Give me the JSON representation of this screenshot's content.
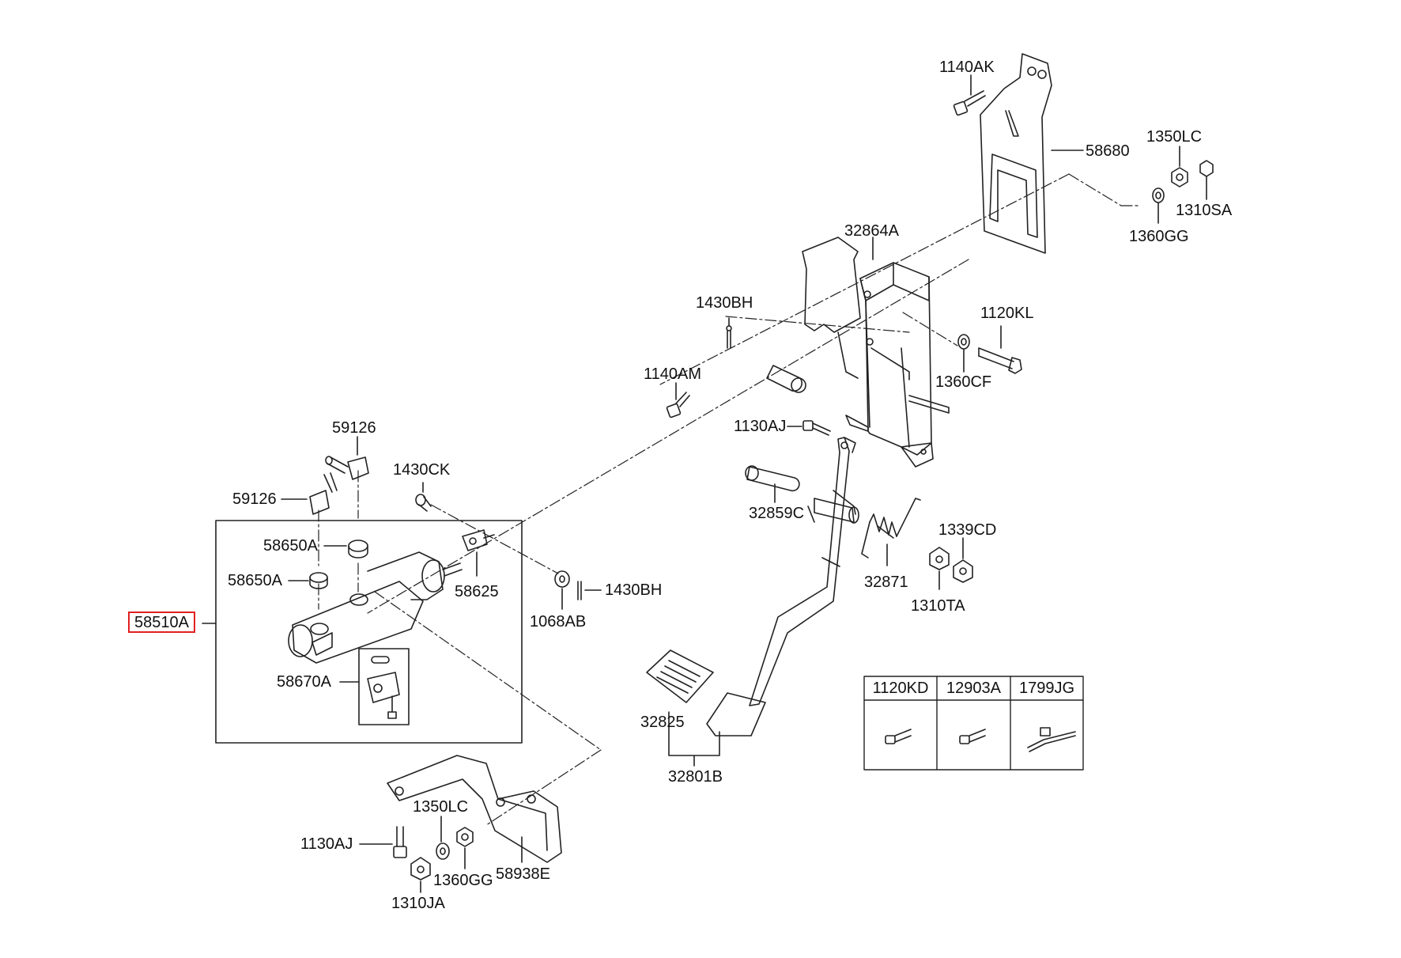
{
  "callouts": {
    "c1140AK": "1140AK",
    "c58680": "58680",
    "c1350LC_top": "1350LC",
    "c1310SA": "1310SA",
    "c1360GG_top": "1360GG",
    "c32864A": "32864A",
    "c1430BH_top": "1430BH",
    "c1120KL": "1120KL",
    "c1140AM": "1140AM",
    "c1360CF": "1360CF",
    "c1130AJ_top": "1130AJ",
    "c59126_top": "59126",
    "c59126_left": "59126",
    "c1430CK": "1430CK",
    "c32859C": "32859C",
    "c58650A_a": "58650A",
    "c58650A_b": "58650A",
    "c58625": "58625",
    "c1339CD": "1339CD",
    "c32871": "32871",
    "c1430BH_mid": "1430BH",
    "c1068AB": "1068AB",
    "c1310TA": "1310TA",
    "c58510A": "58510A",
    "c58670A": "58670A",
    "c32825": "32825",
    "c32801B": "32801B",
    "c1350LC_bot": "1350LC",
    "c1130AJ_bot": "1130AJ",
    "c1360GG_bot": "1360GG",
    "c58938E": "58938E",
    "c1310JA": "1310JA"
  },
  "legend_table": {
    "headers": [
      "1120KD",
      "12903A",
      "1799JG"
    ]
  },
  "colors": {
    "line": "#222222",
    "highlight": "#e02020"
  }
}
